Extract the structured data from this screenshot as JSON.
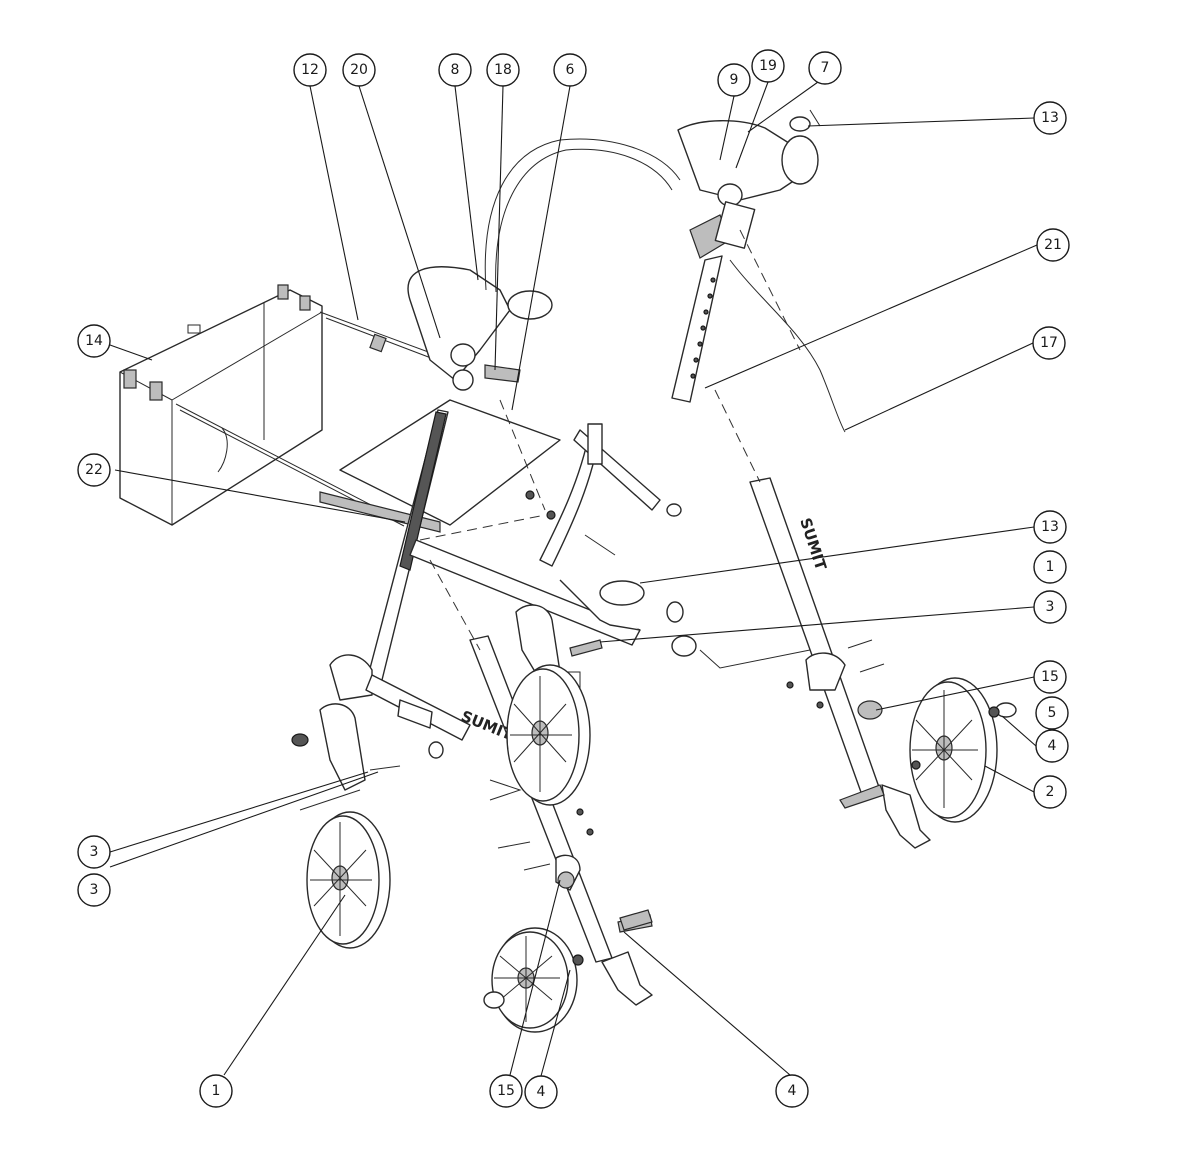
{
  "callouts": [
    {
      "label": "12"
    },
    {
      "label": "20"
    },
    {
      "label": "8"
    },
    {
      "label": "18"
    },
    {
      "label": "6"
    },
    {
      "label": "9"
    },
    {
      "label": "19"
    },
    {
      "label": "7"
    },
    {
      "label": "13"
    },
    {
      "label": "21"
    },
    {
      "label": "14"
    },
    {
      "label": "17"
    },
    {
      "label": "22"
    },
    {
      "label": "13"
    },
    {
      "label": "1"
    },
    {
      "label": "3"
    },
    {
      "label": "15"
    },
    {
      "label": "5"
    },
    {
      "label": "4"
    },
    {
      "label": "2"
    },
    {
      "label": "3"
    },
    {
      "label": "3"
    },
    {
      "label": "1"
    },
    {
      "label": "15"
    },
    {
      "label": "4"
    },
    {
      "label": "4"
    }
  ],
  "decals": {
    "brand_right": "SUMIT",
    "brand_left": "SUMIT"
  }
}
